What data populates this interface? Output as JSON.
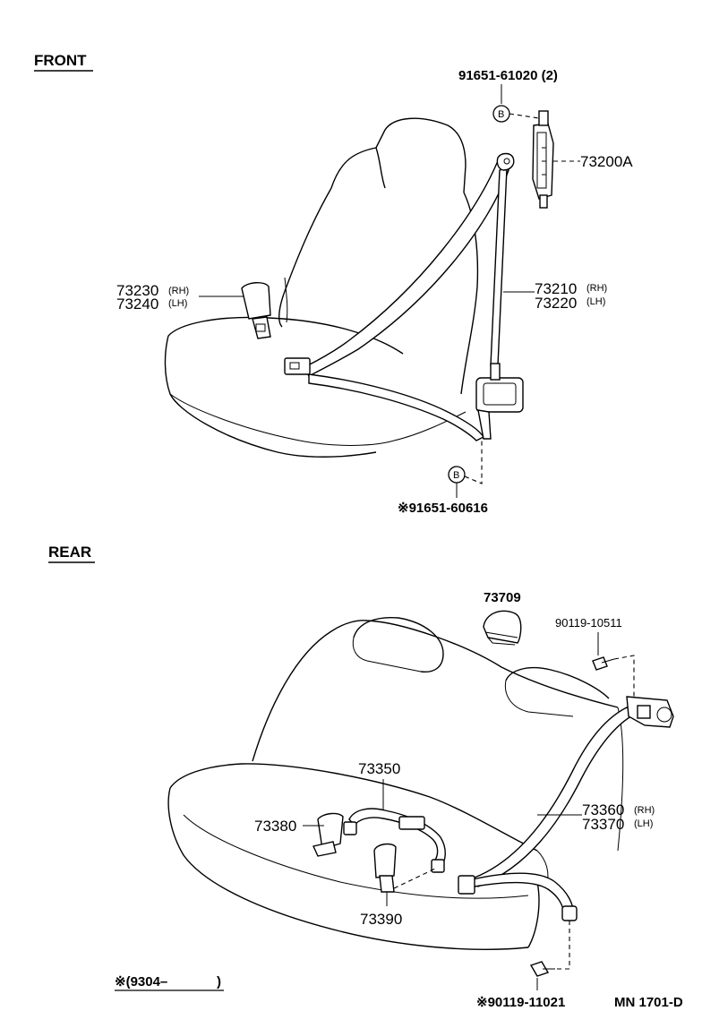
{
  "sections": {
    "front": "FRONT",
    "rear": "REAR"
  },
  "front_parts": {
    "bolt_top": "91651-61020 (2)",
    "bolt_top_marker": "B",
    "retractor": "73200A",
    "buckle_rh": "73230",
    "buckle_rh_side": "(RH)",
    "buckle_lh": "73240",
    "buckle_lh_side": "(LH)",
    "belt_rh": "73210",
    "belt_rh_side": "(RH)",
    "belt_lh": "73220",
    "belt_lh_side": "(LH)",
    "bolt_bottom_marker": "B",
    "bolt_bottom": "※91651-60616"
  },
  "rear_parts": {
    "cover": "73709",
    "bolt_top": "90119-10511",
    "center_belt": "73350",
    "buckle_left": "73380",
    "belt_rh": "73360",
    "belt_rh_side": "(RH)",
    "belt_lh": "73370",
    "belt_lh_side": "(LH)",
    "buckle_center": "73390",
    "bolt_bottom": "※90119-11021"
  },
  "footer": {
    "note": "※(9304–",
    "note_close": ")",
    "code": "MN 1701-D"
  }
}
